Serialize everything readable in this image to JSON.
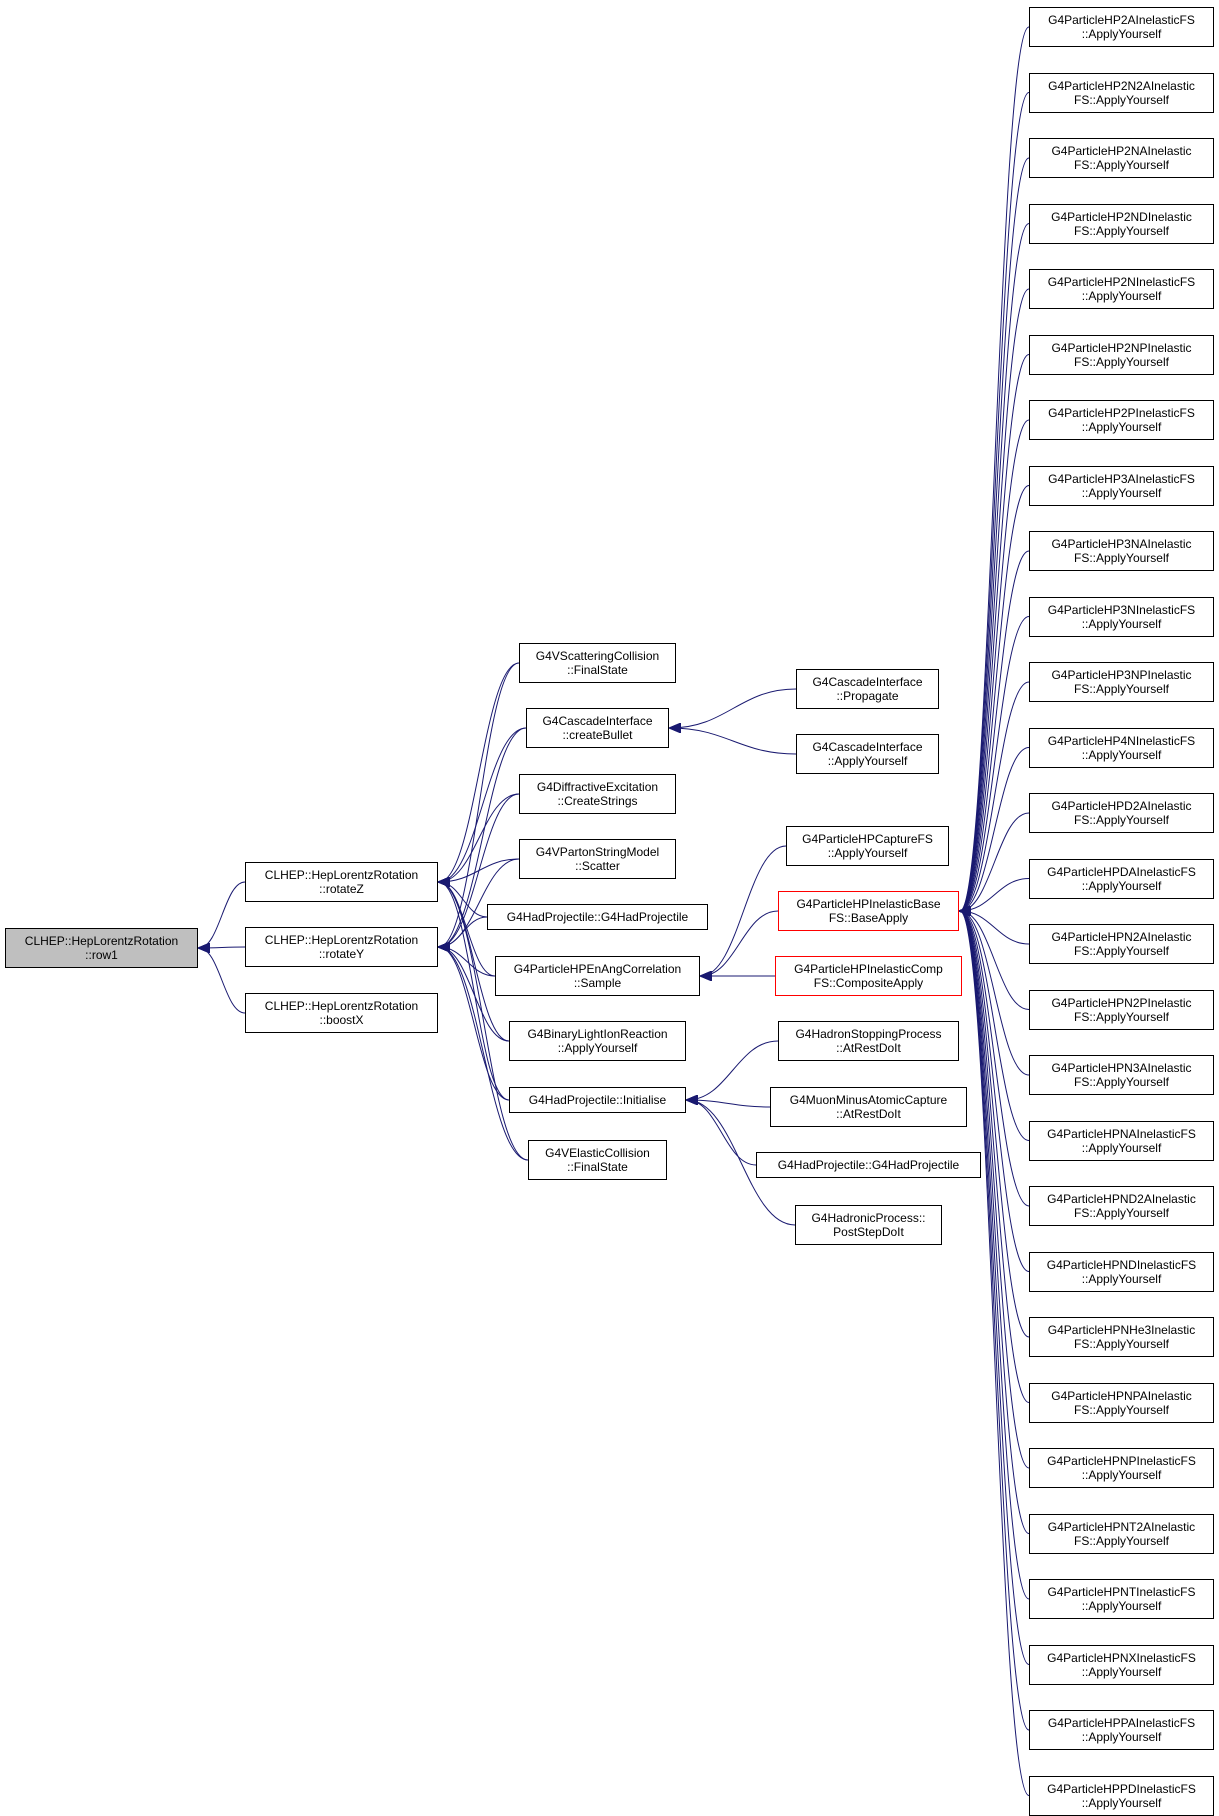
{
  "colors": {
    "edge": "#191970",
    "border": "#000000",
    "root_fill": "#bfbfbf",
    "red_border": "#ff0000"
  },
  "nodes": [
    {
      "id": "row1",
      "lines": [
        "CLHEP::HepLorentzRotation",
        "::row1"
      ],
      "root": true
    },
    {
      "id": "rotateZ",
      "lines": [
        "CLHEP::HepLorentzRotation",
        "::rotateZ"
      ]
    },
    {
      "id": "rotateY",
      "lines": [
        "CLHEP::HepLorentzRotation",
        "::rotateY"
      ]
    },
    {
      "id": "boostX",
      "lines": [
        "CLHEP::HepLorentzRotation",
        "::boostX"
      ]
    },
    {
      "id": "vsc_final",
      "lines": [
        "G4VScatteringCollision",
        "::FinalState"
      ]
    },
    {
      "id": "casc_bullet",
      "lines": [
        "G4CascadeInterface",
        "::createBullet"
      ]
    },
    {
      "id": "diff_strings",
      "lines": [
        "G4DiffractiveExcitation",
        "::CreateStrings"
      ]
    },
    {
      "id": "vparton",
      "lines": [
        "G4VPartonStringModel",
        "::Scatter"
      ]
    },
    {
      "id": "hadproj_ctor",
      "lines": [
        "G4HadProjectile::G4HadProjectile"
      ]
    },
    {
      "id": "enang",
      "lines": [
        "G4ParticleHPEnAngCorrelation",
        "::Sample"
      ]
    },
    {
      "id": "binlight",
      "lines": [
        "G4BinaryLightIonReaction",
        "::ApplyYourself"
      ]
    },
    {
      "id": "hadproj_init",
      "lines": [
        "G4HadProjectile::Initialise"
      ]
    },
    {
      "id": "velastic",
      "lines": [
        "G4VElasticCollision",
        "::FinalState"
      ]
    },
    {
      "id": "casc_prop",
      "lines": [
        "G4CascadeInterface",
        "::Propagate"
      ]
    },
    {
      "id": "casc_apply",
      "lines": [
        "G4CascadeInterface",
        "::ApplyYourself"
      ]
    },
    {
      "id": "capture",
      "lines": [
        "G4ParticleHPCaptureFS",
        "::ApplyYourself"
      ]
    },
    {
      "id": "inelbase",
      "lines": [
        "G4ParticleHPInelasticBase",
        "FS::BaseApply"
      ],
      "red": true
    },
    {
      "id": "inelcomp",
      "lines": [
        "G4ParticleHPInelasticComp",
        "FS::CompositeApply"
      ],
      "red": true
    },
    {
      "id": "hadstop",
      "lines": [
        "G4HadronStoppingProcess",
        "::AtRestDoIt"
      ]
    },
    {
      "id": "muonminus",
      "lines": [
        "G4MuonMinusAtomicCapture",
        "::AtRestDoIt"
      ]
    },
    {
      "id": "hadproj_ctor2",
      "lines": [
        "G4HadProjectile::G4HadProjectile"
      ]
    },
    {
      "id": "hadronic",
      "lines": [
        "G4HadronicProcess::",
        "PostStepDoIt"
      ]
    },
    {
      "id": "r0",
      "lines": [
        "G4ParticleHP2AInelasticFS",
        "::ApplyYourself"
      ]
    },
    {
      "id": "r1",
      "lines": [
        "G4ParticleHP2N2AInelastic",
        "FS::ApplyYourself"
      ]
    },
    {
      "id": "r2",
      "lines": [
        "G4ParticleHP2NAInelastic",
        "FS::ApplyYourself"
      ]
    },
    {
      "id": "r3",
      "lines": [
        "G4ParticleHP2NDInelastic",
        "FS::ApplyYourself"
      ]
    },
    {
      "id": "r4",
      "lines": [
        "G4ParticleHP2NInelasticFS",
        "::ApplyYourself"
      ]
    },
    {
      "id": "r5",
      "lines": [
        "G4ParticleHP2NPInelastic",
        "FS::ApplyYourself"
      ]
    },
    {
      "id": "r6",
      "lines": [
        "G4ParticleHP2PInelasticFS",
        "::ApplyYourself"
      ]
    },
    {
      "id": "r7",
      "lines": [
        "G4ParticleHP3AInelasticFS",
        "::ApplyYourself"
      ]
    },
    {
      "id": "r8",
      "lines": [
        "G4ParticleHP3NAInelastic",
        "FS::ApplyYourself"
      ]
    },
    {
      "id": "r9",
      "lines": [
        "G4ParticleHP3NInelasticFS",
        "::ApplyYourself"
      ]
    },
    {
      "id": "r10",
      "lines": [
        "G4ParticleHP3NPInelastic",
        "FS::ApplyYourself"
      ]
    },
    {
      "id": "r11",
      "lines": [
        "G4ParticleHP4NInelasticFS",
        "::ApplyYourself"
      ]
    },
    {
      "id": "r12",
      "lines": [
        "G4ParticleHPD2AInelastic",
        "FS::ApplyYourself"
      ]
    },
    {
      "id": "r13",
      "lines": [
        "G4ParticleHPDAInelasticFS",
        "::ApplyYourself"
      ]
    },
    {
      "id": "r14",
      "lines": [
        "G4ParticleHPN2AInelastic",
        "FS::ApplyYourself"
      ]
    },
    {
      "id": "r15",
      "lines": [
        "G4ParticleHPN2PInelastic",
        "FS::ApplyYourself"
      ]
    },
    {
      "id": "r16",
      "lines": [
        "G4ParticleHPN3AInelastic",
        "FS::ApplyYourself"
      ]
    },
    {
      "id": "r17",
      "lines": [
        "G4ParticleHPNAInelasticFS",
        "::ApplyYourself"
      ]
    },
    {
      "id": "r18",
      "lines": [
        "G4ParticleHPND2AInelastic",
        "FS::ApplyYourself"
      ]
    },
    {
      "id": "r19",
      "lines": [
        "G4ParticleHPNDInelasticFS",
        "::ApplyYourself"
      ]
    },
    {
      "id": "r20",
      "lines": [
        "G4ParticleHPNHe3Inelastic",
        "FS::ApplyYourself"
      ]
    },
    {
      "id": "r21",
      "lines": [
        "G4ParticleHPNPAInelastic",
        "FS::ApplyYourself"
      ]
    },
    {
      "id": "r22",
      "lines": [
        "G4ParticleHPNPInelasticFS",
        "::ApplyYourself"
      ]
    },
    {
      "id": "r23",
      "lines": [
        "G4ParticleHPNT2AInelastic",
        "FS::ApplyYourself"
      ]
    },
    {
      "id": "r24",
      "lines": [
        "G4ParticleHPNTInelasticFS",
        "::ApplyYourself"
      ]
    },
    {
      "id": "r25",
      "lines": [
        "G4ParticleHPNXInelasticFS",
        "::ApplyYourself"
      ]
    },
    {
      "id": "r26",
      "lines": [
        "G4ParticleHPPAInelasticFS",
        "::ApplyYourself"
      ]
    },
    {
      "id": "r27",
      "lines": [
        "G4ParticleHPPDInelasticFS",
        "::ApplyYourself"
      ]
    }
  ],
  "edges": [
    [
      "rotateZ",
      "row1"
    ],
    [
      "rotateY",
      "row1"
    ],
    [
      "boostX",
      "row1"
    ],
    [
      "vsc_final",
      "rotateZ"
    ],
    [
      "casc_bullet",
      "rotateZ"
    ],
    [
      "diff_strings",
      "rotateZ"
    ],
    [
      "vparton",
      "rotateZ"
    ],
    [
      "hadproj_ctor",
      "rotateZ"
    ],
    [
      "enang",
      "rotateZ"
    ],
    [
      "binlight",
      "rotateZ"
    ],
    [
      "hadproj_init",
      "rotateZ"
    ],
    [
      "velastic",
      "rotateZ"
    ],
    [
      "vsc_final",
      "rotateY"
    ],
    [
      "casc_bullet",
      "rotateY"
    ],
    [
      "diff_strings",
      "rotateY"
    ],
    [
      "vparton",
      "rotateY"
    ],
    [
      "hadproj_ctor",
      "rotateY"
    ],
    [
      "enang",
      "rotateY"
    ],
    [
      "binlight",
      "rotateY"
    ],
    [
      "hadproj_init",
      "rotateY"
    ],
    [
      "velastic",
      "rotateY"
    ],
    [
      "casc_prop",
      "casc_bullet"
    ],
    [
      "casc_apply",
      "casc_bullet"
    ],
    [
      "capture",
      "enang"
    ],
    [
      "inelbase",
      "enang"
    ],
    [
      "inelcomp",
      "enang"
    ],
    [
      "hadstop",
      "hadproj_init"
    ],
    [
      "muonminus",
      "hadproj_init"
    ],
    [
      "hadproj_ctor2",
      "hadproj_init"
    ],
    [
      "hadronic",
      "hadproj_init"
    ],
    [
      "r0",
      "inelbase"
    ],
    [
      "r1",
      "inelbase"
    ],
    [
      "r2",
      "inelbase"
    ],
    [
      "r3",
      "inelbase"
    ],
    [
      "r4",
      "inelbase"
    ],
    [
      "r5",
      "inelbase"
    ],
    [
      "r6",
      "inelbase"
    ],
    [
      "r7",
      "inelbase"
    ],
    [
      "r8",
      "inelbase"
    ],
    [
      "r9",
      "inelbase"
    ],
    [
      "r10",
      "inelbase"
    ],
    [
      "r11",
      "inelbase"
    ],
    [
      "r12",
      "inelbase"
    ],
    [
      "r13",
      "inelbase"
    ],
    [
      "r14",
      "inelbase"
    ],
    [
      "r15",
      "inelbase"
    ],
    [
      "r16",
      "inelbase"
    ],
    [
      "r17",
      "inelbase"
    ],
    [
      "r18",
      "inelbase"
    ],
    [
      "r19",
      "inelbase"
    ],
    [
      "r20",
      "inelbase"
    ],
    [
      "r21",
      "inelbase"
    ],
    [
      "r22",
      "inelbase"
    ],
    [
      "r23",
      "inelbase"
    ],
    [
      "r24",
      "inelbase"
    ],
    [
      "r25",
      "inelbase"
    ],
    [
      "r26",
      "inelbase"
    ],
    [
      "r27",
      "inelbase"
    ]
  ]
}
